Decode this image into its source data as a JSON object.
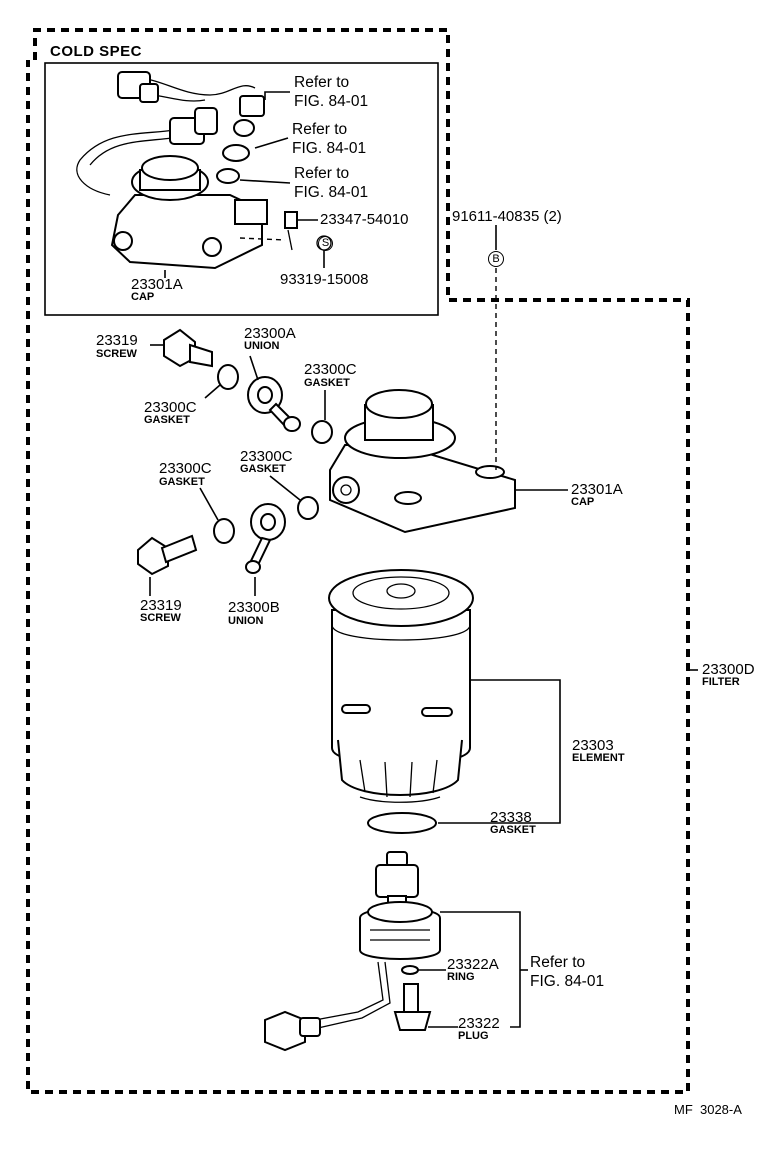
{
  "cold_spec": {
    "title": "COLD SPEC",
    "refs": [
      "Refer to\nFIG. 84-01",
      "Refer to\nFIG. 84-01",
      "Refer to\nFIG. 84-01"
    ],
    "parts": [
      {
        "number": "23347-54010",
        "name": ""
      },
      {
        "number": "93319-15008",
        "name": ""
      },
      {
        "number": "23301A",
        "name": "CAP"
      }
    ]
  },
  "parts": {
    "screw_top": {
      "number": "23319",
      "name": "SCREW"
    },
    "union_a": {
      "number": "23300A",
      "name": "UNION"
    },
    "gasket_1": {
      "number": "23300C",
      "name": "GASKET"
    },
    "gasket_2": {
      "number": "23300C",
      "name": "GASKET"
    },
    "gasket_3": {
      "number": "23300C",
      "name": "GASKET"
    },
    "gasket_4": {
      "number": "23300C",
      "name": "GASKET"
    },
    "screw_bottom": {
      "number": "23319",
      "name": "SCREW"
    },
    "union_b": {
      "number": "23300B",
      "name": "UNION"
    },
    "cap": {
      "number": "23301A",
      "name": "CAP"
    },
    "bolt": {
      "number": "91611-40835 (2)",
      "name": ""
    },
    "filter": {
      "number": "23300D",
      "name": "FILTER"
    },
    "element": {
      "number": "23303",
      "name": "ELEMENT"
    },
    "gasket_element": {
      "number": "23338",
      "name": "GASKET"
    },
    "ring": {
      "number": "23322A",
      "name": "RING"
    },
    "plug": {
      "number": "23322",
      "name": "PLUG"
    }
  },
  "bottom_ref": "Refer to\nFIG. 84-01",
  "symbols": {
    "s": "S",
    "b": "B"
  },
  "footer": "MF  3028-A"
}
